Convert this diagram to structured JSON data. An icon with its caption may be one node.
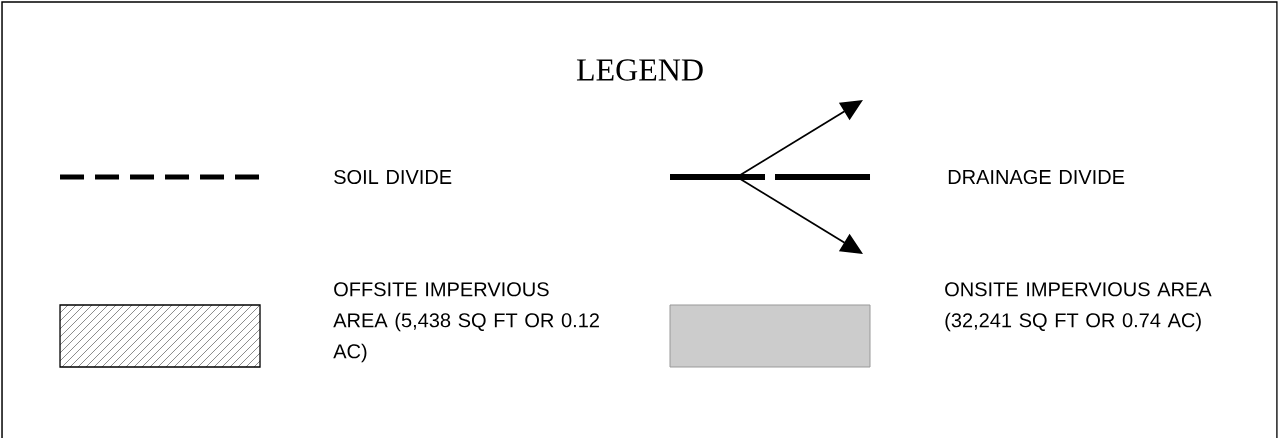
{
  "diagram": {
    "title": "LEGEND",
    "legend": [
      {
        "text": "SOIL DIVIDE"
      },
      {
        "text": "DRAINAGE DIVIDE"
      },
      {
        "text": "OFFSITE IMPERVIOUS AREA (5,438 SQ FT OR 0.12 AC)"
      },
      {
        "text": "ONSITE IMPERVIOUS AREA (32,241 SQ FT OR 0.74 AC)",
        "color": "#cccccc"
      }
    ]
  }
}
